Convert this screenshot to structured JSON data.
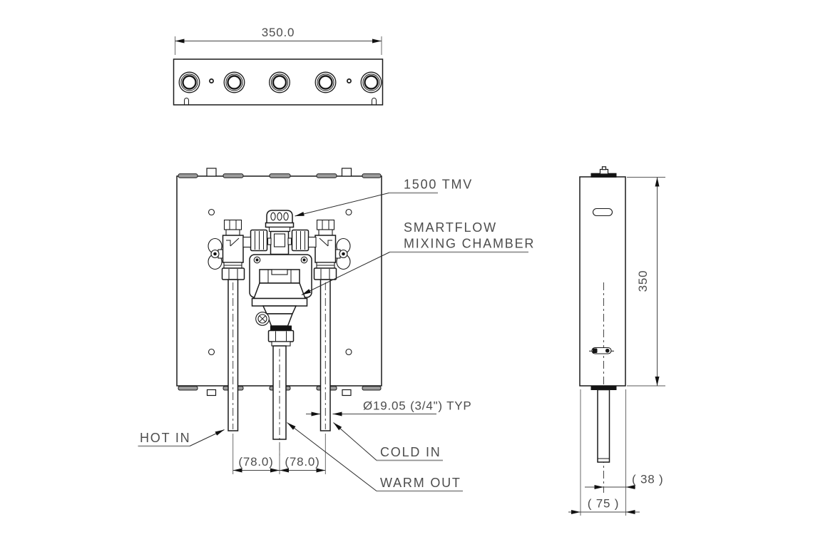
{
  "colors": {
    "line": "#1a1a1a",
    "dim_text": "#4d4d4d",
    "underline": "#909090",
    "tab_fill": "#9c9c9c",
    "solid_fill": "#141414",
    "background": "#ffffff"
  },
  "top_view": {
    "width_dim": "350.0"
  },
  "front_view": {
    "tmv_label": "1500 TMV",
    "chamber_label_line1": "SMARTFLOW",
    "chamber_label_line2": "MIXING CHAMBER",
    "hot_in_label": "HOT IN",
    "cold_in_label": "COLD IN",
    "warm_out_label": "WARM OUT",
    "pipe_diameter_dim": "Ø19.05 (3/4\") TYP",
    "pipe_spacing_dim_left": "(78.0)",
    "pipe_spacing_dim_right": "(78.0)"
  },
  "side_view": {
    "height_dim": "350",
    "pipe_offset_dim": "( 38 )",
    "depth_dim": "( 75 )"
  }
}
